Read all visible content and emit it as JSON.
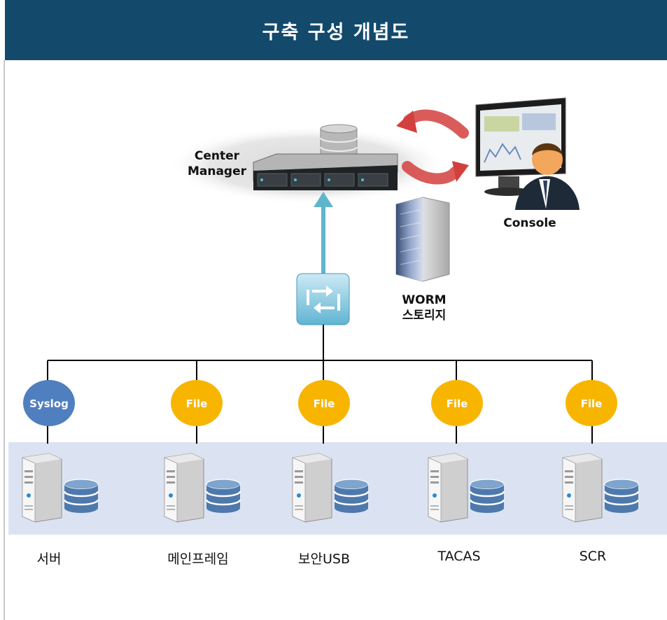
{
  "title": "구축 구성 개념도",
  "center": {
    "line1": "Center",
    "line2": "Manager"
  },
  "console": {
    "label": "Console"
  },
  "storage": {
    "line1": "WORM",
    "line2": "스토리지"
  },
  "sources": [
    {
      "badge": "Syslog",
      "label": "서버"
    },
    {
      "badge": "File",
      "label": "메인프레임"
    },
    {
      "badge": "File",
      "label": "보안USB"
    },
    {
      "badge": "File",
      "label": "TACAS"
    },
    {
      "badge": "File",
      "label": "SCR"
    }
  ],
  "colors": {
    "header": "#134a6c",
    "band": "#dbe3f2",
    "syslog_badge": "#4f7fbf",
    "file_badge": "#f7b500",
    "arrow_up": "#5fb6cc",
    "sync_arrows": "#d2403e"
  }
}
